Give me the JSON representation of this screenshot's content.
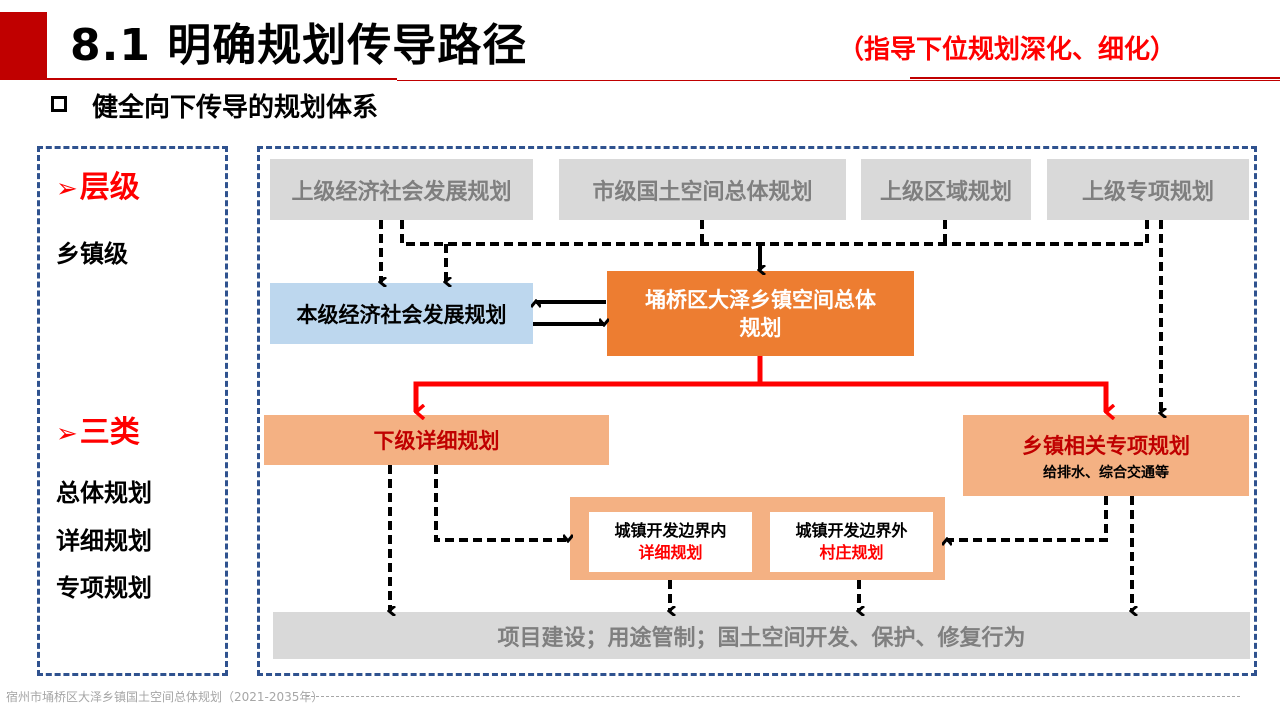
{
  "header": {
    "title": "8.1 明确规划传导路径",
    "subtitle": "（指导下位规划深化、细化）",
    "section_title": "健全向下传导的规划体系",
    "section_bullet_icon": "hollow-square"
  },
  "left_panel": {
    "groups": [
      {
        "heading_icon": "arrowhead-right",
        "heading": "层级",
        "items": [
          "乡镇级"
        ]
      },
      {
        "heading_icon": "arrowhead-right",
        "heading": "三类",
        "items": [
          "总体规划",
          "详细规划",
          "专项规划"
        ]
      }
    ]
  },
  "diagram": {
    "upper_plans": [
      "上级经济社会发展规划",
      "市级国土空间总体规划",
      "上级区域规划",
      "上级专项规划"
    ],
    "local_economic_plan": "本级经济社会发展规划",
    "master_plan": {
      "line1": "埇桥区大泽乡镇空间总体",
      "line2": "规划"
    },
    "detailed_plan": "下级详细规划",
    "special_plan": {
      "title": "乡镇相关专项规划",
      "note": "给排水、综合交通等"
    },
    "inside_boundary": {
      "line1": "城镇开发边界内",
      "line2": "详细规划"
    },
    "outside_boundary": {
      "line1": "城镇开发边界外",
      "line2": "村庄规划"
    },
    "outcome": "项目建设；用途管制；国土空间开发、保护、修复行为"
  },
  "footer": {
    "text": "宿州市埇桥区大泽乡镇国土空间总体规划（2021-2035年）"
  },
  "colors": {
    "brand_red": "#c00000",
    "accent_red": "#ff0000",
    "panel_border": "#2f528f",
    "upper_gray": "#d9d9d9",
    "blue": "#bdd7ee",
    "orange": "#ed7d31",
    "peach": "#f4b183"
  }
}
